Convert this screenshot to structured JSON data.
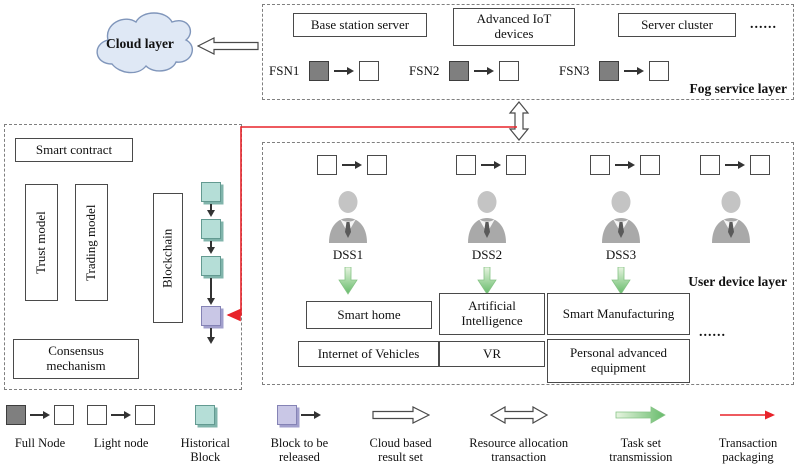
{
  "cloud": {
    "label": "Cloud layer"
  },
  "fog": {
    "title": "Fog service layer",
    "servers": [
      "Base station server",
      "Advanced IoT devices",
      "Server cluster"
    ],
    "dots": "......",
    "nodes": [
      {
        "label": "FSN1"
      },
      {
        "label": "FSN2"
      },
      {
        "label": "FSN3"
      }
    ]
  },
  "blockchain": {
    "smart_contract": "Smart contract",
    "trust_model": "Trust model",
    "trading_model": "Trading model",
    "label": "Blockchain",
    "consensus": "Consensus mechanism"
  },
  "user": {
    "title": "User device layer",
    "dots": "......",
    "nodes": [
      {
        "label": "DSS1"
      },
      {
        "label": "DSS2"
      },
      {
        "label": "DSS3"
      }
    ],
    "service_groups": [
      {
        "top": "Smart home",
        "bottom": "Internet of Vehicles"
      },
      {
        "top": "Artificial Intelligence",
        "bottom": "VR"
      },
      {
        "top": "Smart Manufacturing",
        "bottom": "Personal advanced equipment"
      }
    ]
  },
  "legend": {
    "items": [
      {
        "label": "Full Node"
      },
      {
        "label": "Light node"
      },
      {
        "label": "Historical Block"
      },
      {
        "label": "Block to be released"
      },
      {
        "label": "Cloud based result set"
      },
      {
        "label": "Resource allocation transaction"
      },
      {
        "label": "Task set transmission"
      },
      {
        "label": "Transaction packaging"
      }
    ]
  },
  "colors": {
    "historical_block": "#b5ded7",
    "block_to_be_released": "#c9c7e6",
    "full_node": "#7f7f7f",
    "task_arrow_green": "#66bb6a",
    "transaction_red": "#e8232a",
    "cloud_fill": "#dfe8f5"
  }
}
